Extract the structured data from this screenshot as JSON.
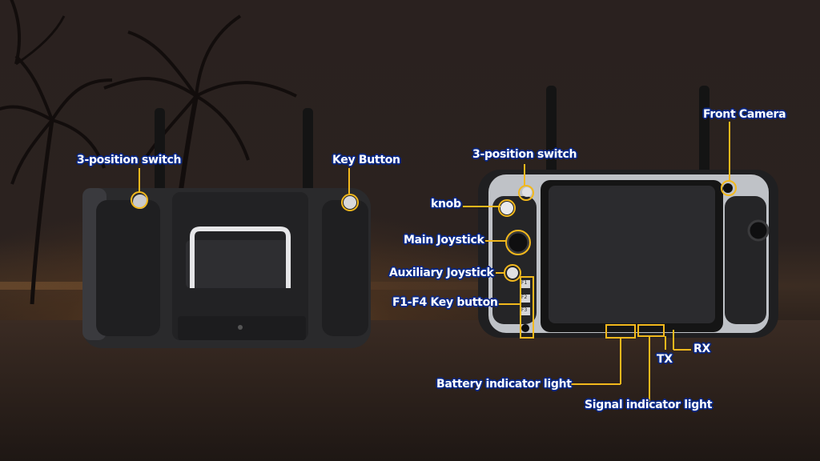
{
  "colors": {
    "accent_line": "#f2b81c",
    "label_text": "#ffffff",
    "label_outline": "#0b2a86",
    "device_body": "#2a2a2c",
    "device_frame": "#b9bcc2"
  },
  "back_view": {
    "labels": {
      "three_position_switch": "3-position switch",
      "key_button": "Key Button"
    }
  },
  "front_view": {
    "labels": {
      "front_camera": "Front Camera",
      "three_position_switch": "3-position switch",
      "knob": "knob",
      "main_joystick": "Main Joystick",
      "auxiliary_joystick": "Auxiliary Joystick",
      "f1_f4_key_button": "F1-F4 Key button",
      "tx": "TX",
      "rx": "RX",
      "battery_indicator_light": "Battery indicator light",
      "signal_indicator_light": "Signal indicator light"
    },
    "f_keys": [
      "F1",
      "F2",
      "F3"
    ]
  },
  "icons": [
    "palm-tree-icon",
    "antenna-icon",
    "camera-icon",
    "joystick-icon"
  ]
}
